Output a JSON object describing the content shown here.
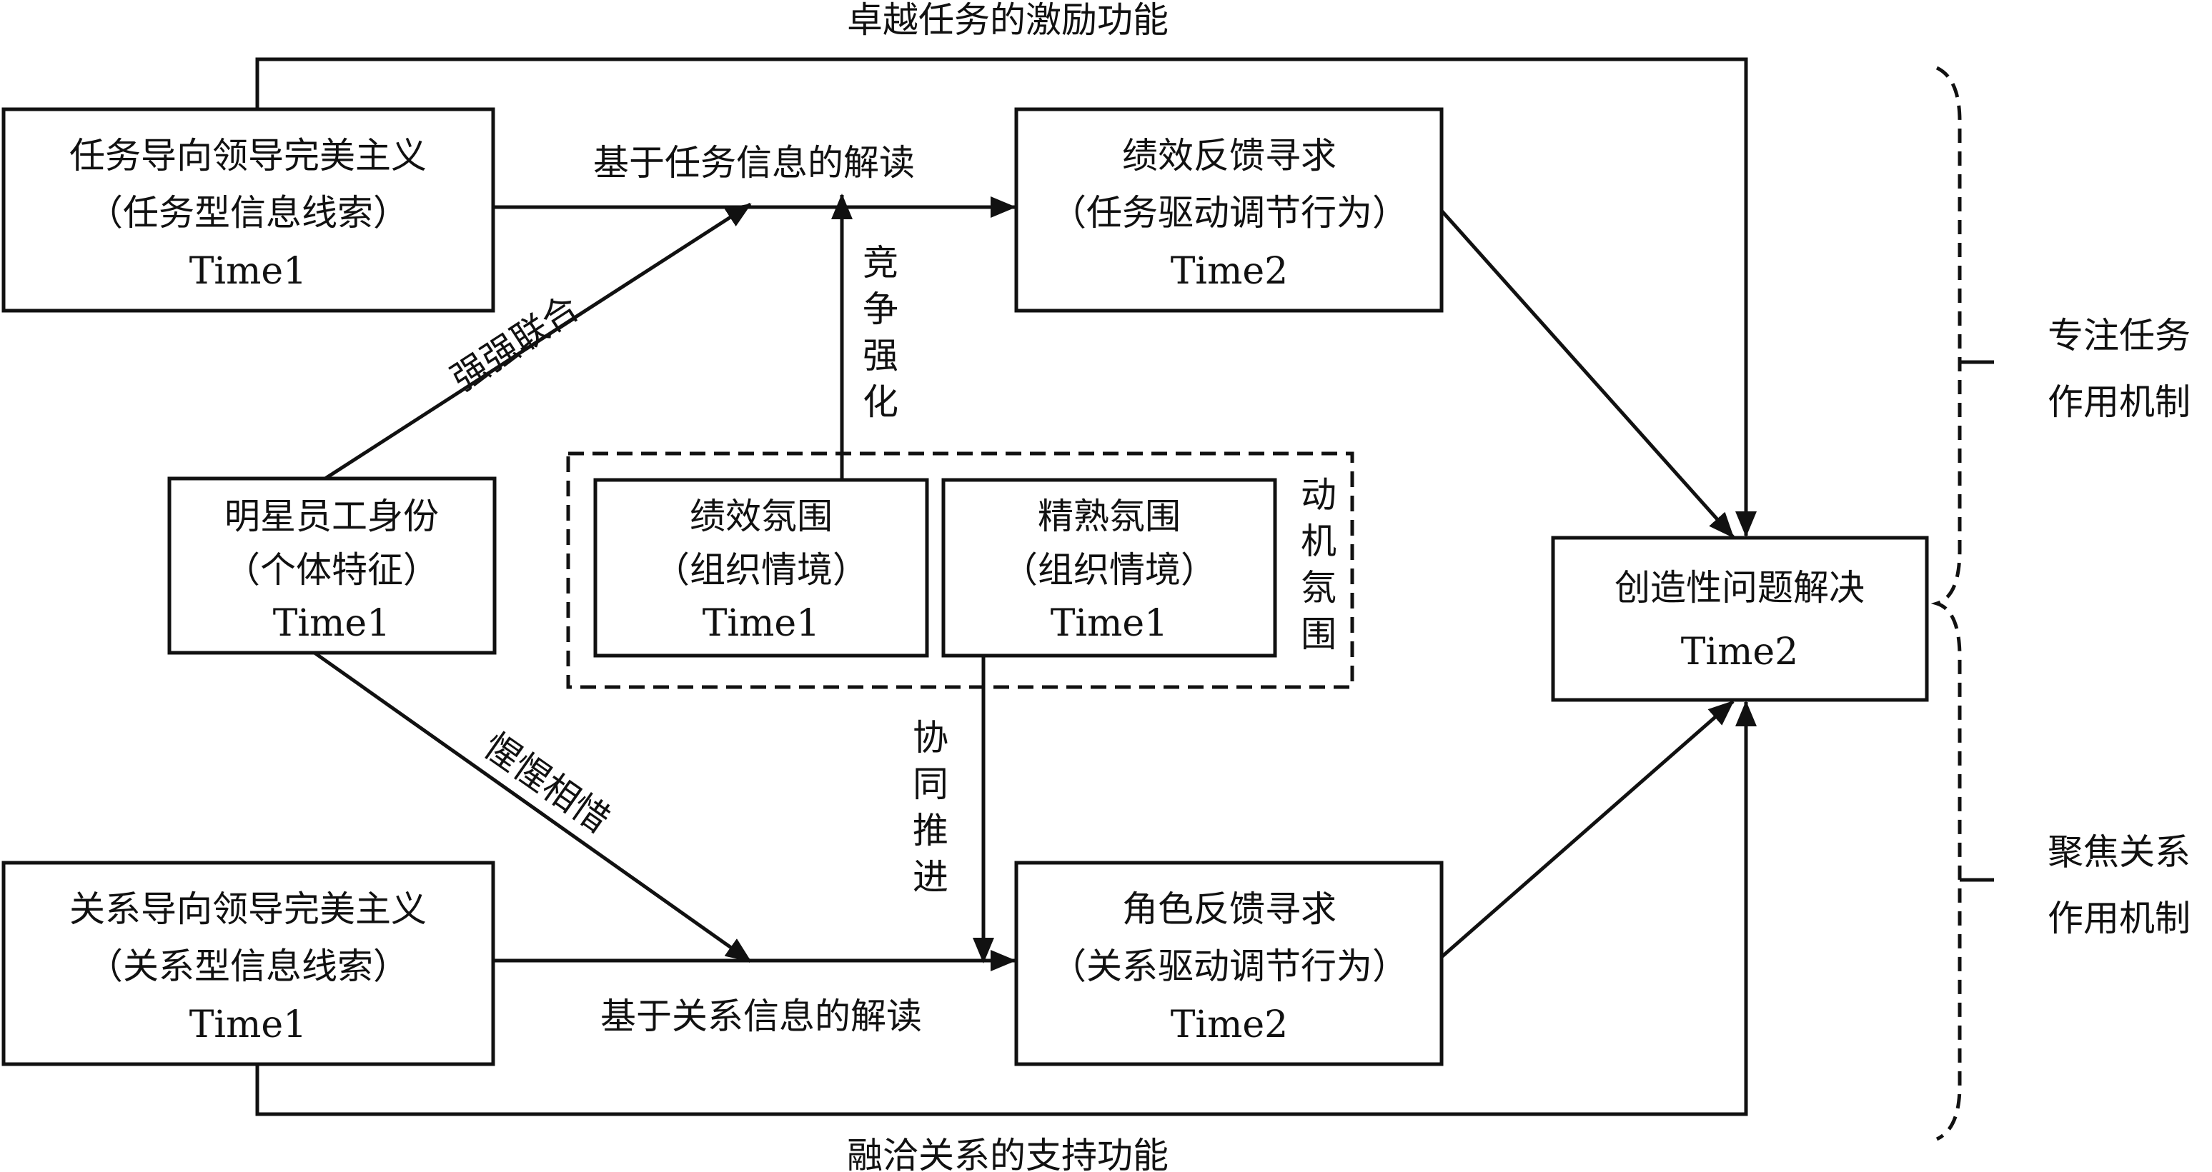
{
  "colors": {
    "stroke": "#111111",
    "background": "#ffffff"
  },
  "boxes": {
    "task_leader": {
      "title": "任务导向领导完美主义",
      "subtitle": "（任务型信息线索）",
      "time": "Time1"
    },
    "relation_leader": {
      "title": "关系导向领导完美主义",
      "subtitle": "（关系型信息线索）",
      "time": "Time1"
    },
    "star_employee": {
      "title": "明星员工身份",
      "subtitle": "（个体特征）",
      "time": "Time1"
    },
    "performance_climate": {
      "title": "绩效氛围",
      "subtitle": "（组织情境）",
      "time": "Time1"
    },
    "mastery_climate": {
      "title": "精熟氛围",
      "subtitle": "（组织情境）",
      "time": "Time1"
    },
    "performance_feedback": {
      "title": "绩效反馈寻求",
      "subtitle": "（任务驱动调节行为）",
      "time": "Time2"
    },
    "role_feedback": {
      "title": "角色反馈寻求",
      "subtitle": "（关系驱动调节行为）",
      "time": "Time2"
    },
    "creative_problem_solving": {
      "title": "创造性问题解决",
      "time": "Time2"
    }
  },
  "labels": {
    "top_path": "卓越任务的激励功能",
    "bottom_path": "融洽关系的支持功能",
    "task_interpretation": "基于任务信息的解读",
    "relation_interpretation": "基于关系信息的解读",
    "strong_alliance": "强强联合",
    "mutual_appreciation": "惺惺相惜",
    "compete_strengthen": [
      "竞",
      "争",
      "强",
      "化"
    ],
    "synergy_promote": [
      "协",
      "同",
      "推",
      "进"
    ],
    "motivational_climate": [
      "动",
      "机",
      "氛",
      "围"
    ],
    "focus_task_mechanism": [
      "专注任务",
      "作用机制"
    ],
    "focus_relation_mechanism": [
      "聚焦关系",
      "作用机制"
    ]
  }
}
